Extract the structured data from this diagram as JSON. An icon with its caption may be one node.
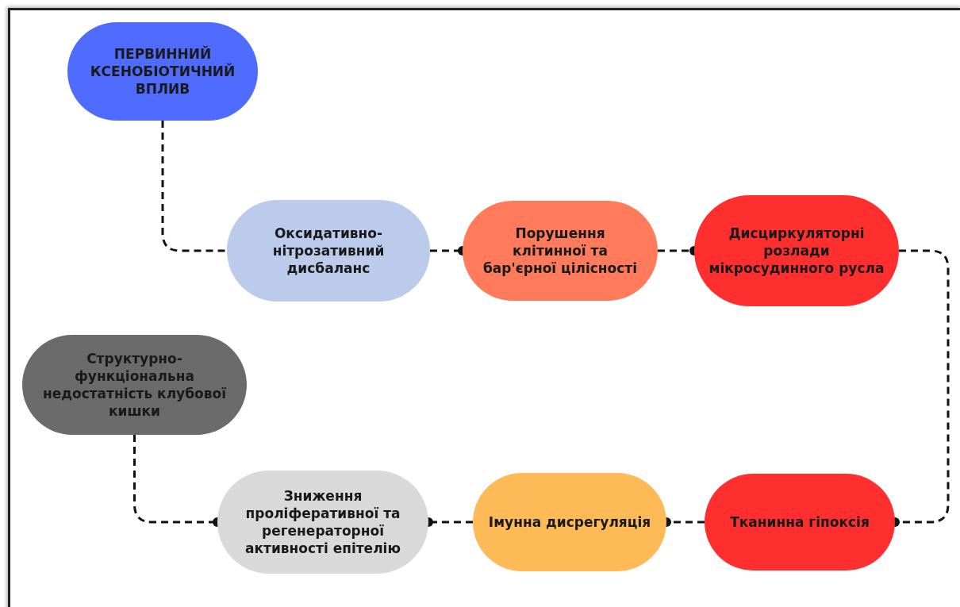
{
  "diagram": {
    "nodes": [
      {
        "text": [
          "ПЕРВИННИЙ КСЕНОБІОТИЧНИЙ ВПЛИВ"
        ]
      },
      {
        "text": [
          "Оксидативно-нітрозативний дисбаланс"
        ]
      },
      {
        "text": [
          "Порушення клітинної та бар'єрної цілісності"
        ]
      },
      {
        "text": [
          "Дисциркуляторні розлади мікросудинного русла"
        ]
      },
      {
        "text": [
          "Зниження проліферативної та регенераторної активності епітелію"
        ]
      },
      {
        "text": [
          "Імунна дисрегуляція"
        ]
      },
      {
        "text": [
          "Тканинна гіпоксія"
        ]
      },
      {
        "text": [
          "Структурно-функціональна недостатність клубової кишки"
        ]
      }
    ],
    "edges": [
      {
        "from": 0,
        "to": 1,
        "arrow": "none",
        "style": "dashed"
      },
      {
        "from": 1,
        "to": 2,
        "arrow": "other",
        "style": "dashed"
      },
      {
        "from": 2,
        "to": 3,
        "arrow": "other",
        "style": "dashed"
      },
      {
        "from": 3,
        "to": 6,
        "arrow": "other",
        "style": "dashed"
      },
      {
        "from": 6,
        "to": 5,
        "arrow": "other",
        "style": "dashed"
      },
      {
        "from": 5,
        "to": 4,
        "arrow": "other",
        "style": "dashed"
      },
      {
        "from": 7,
        "to": 4,
        "arrow": "other",
        "style": "dashed"
      }
    ]
  }
}
